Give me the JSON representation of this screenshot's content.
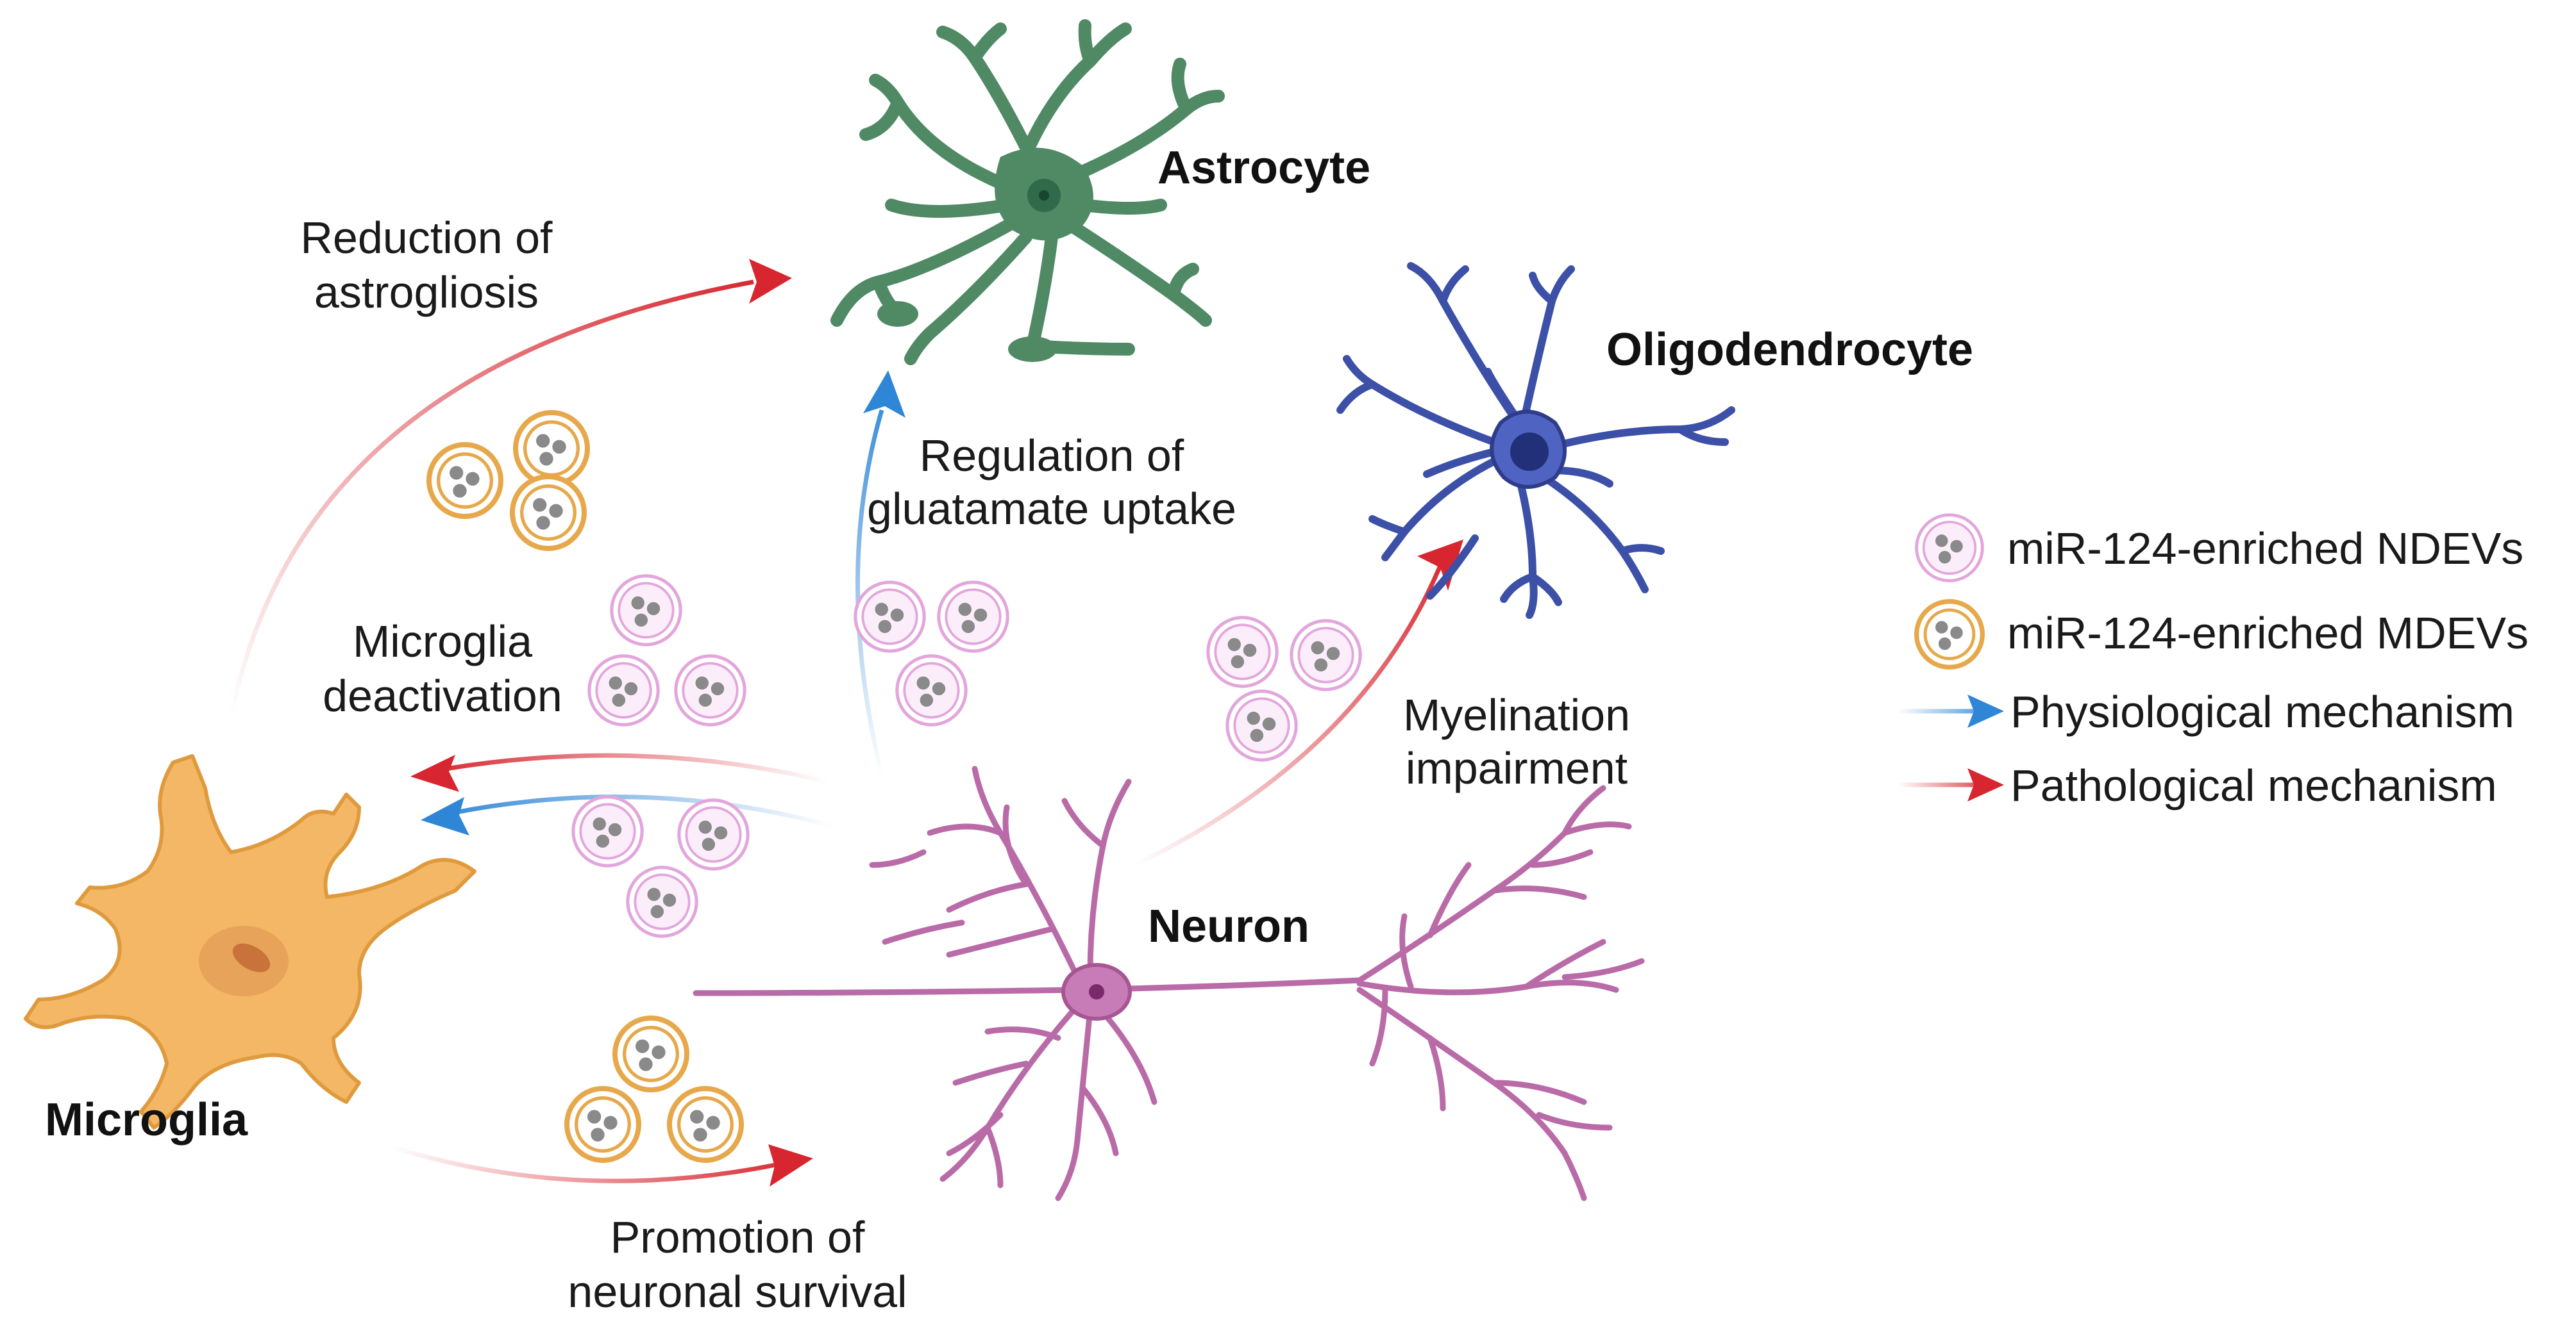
{
  "cells": {
    "astrocyte": "Astrocyte",
    "oligodendrocyte": "Oligodendrocyte",
    "neuron": "Neuron",
    "microglia": "Microglia"
  },
  "mechanisms": {
    "astrogliosis": [
      "Reduction of",
      "astrogliosis"
    ],
    "glutamate": [
      "Regulation of",
      "gluatamate uptake"
    ],
    "microglia_deactivation": [
      "Microglia",
      "deactivation"
    ],
    "myelination": [
      "Myelination",
      "impairment"
    ],
    "survival": [
      "Promotion of",
      "neuronal survival"
    ]
  },
  "legend": {
    "ndevs": "miR-124-enriched NDEVs",
    "mdevs": "miR-124-enriched MDEVs",
    "physiological": "Physiological mechanism",
    "pathological": "Pathological mechanism"
  },
  "colors": {
    "pathological": "#d7262f",
    "physiological": "#2f86d6",
    "astrocyte": "#4f8a64",
    "oligodendrocyte": "#3c50a8",
    "neuron": "#b96ba8",
    "microglia": "#f2b05f",
    "ndev": "#e3a6dc",
    "mdev": "#e6a84a"
  }
}
